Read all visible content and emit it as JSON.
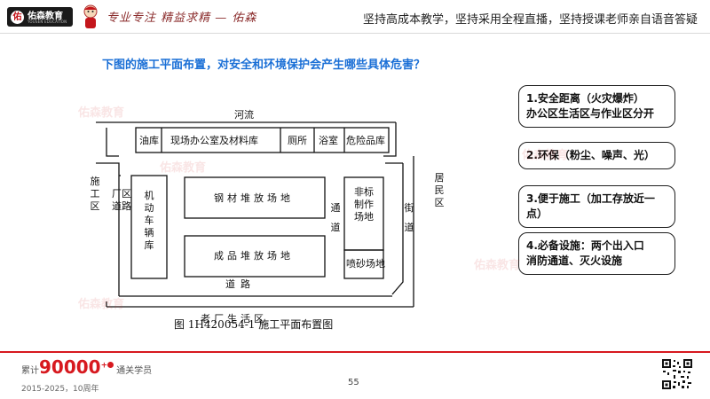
{
  "header": {
    "logo_text": "佑森教育",
    "logo_sub": "YOUSEN EDUCATION",
    "logo_emblem": "佑",
    "slogan_script": "专业专注  精益求精 — 佑森",
    "right_text": "坚持高成本教学，坚持采用全程直播，坚持授课老师亲自语音答疑"
  },
  "question": "下图的施工平面布置，对安全和环境保护会产生哪些具体危害？",
  "diagram": {
    "river": "河流",
    "oil_store": "油库",
    "office": "现场办公室及材料库",
    "toilet": "厕所",
    "bathroom": "浴室",
    "hazmat": "危险品库",
    "construction_area": "施工区",
    "factory_road": "厂区道路",
    "vehicle_depot": "机动车辆库",
    "steel_yard": "钢材堆放场地",
    "product_yard": "成品堆放场地",
    "passage": "通道",
    "nonstandard": "非标制作场地",
    "sandblast": "喷砂场地",
    "street": "街道",
    "residential": "居民区",
    "road": "道路",
    "old_living": "老厂生活区",
    "caption": "图 1H420054-1    施工平面布置图"
  },
  "answers": [
    {
      "line1": "1.安全距离（火灾爆炸）",
      "line2": "办公区生活区与作业区分开"
    },
    {
      "line1": "2.环保（粉尘、噪声、光）",
      "line2": ""
    },
    {
      "line1": "3.便于施工（加工存放近一点）",
      "line2": ""
    },
    {
      "line1": "4.必备设施：两个出入口",
      "line2": "消防通道、灭火设施"
    }
  ],
  "watermark": "佑森教育",
  "footer": {
    "stat_pre": "累计",
    "stat_number": "90000",
    "stat_plus": "+",
    "stat_post": "通关学员",
    "years": "2015-2025，10周年",
    "page": "55"
  },
  "colors": {
    "accent_red": "#d7191f",
    "question_blue": "#1a6fd6"
  }
}
